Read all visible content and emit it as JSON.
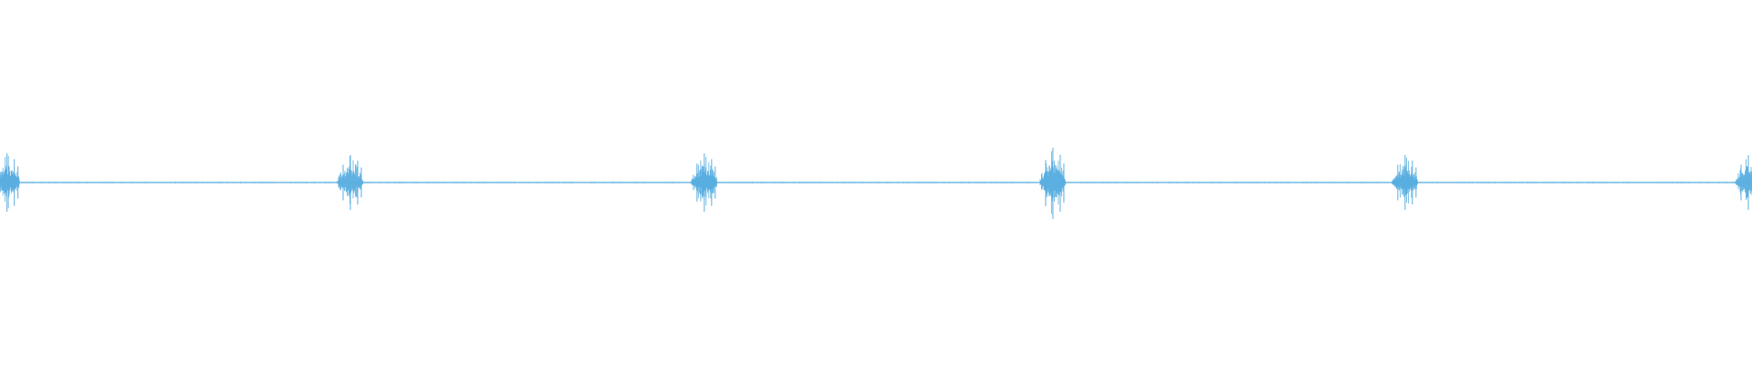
{
  "waveform": {
    "color": "#5aaee0",
    "background": "#ffffff",
    "bursts": [
      {
        "position": 0.004,
        "peak_up": 0.16,
        "peak_down": 0.16
      },
      {
        "position": 0.2,
        "peak_up": 0.15,
        "peak_down": 0.15
      },
      {
        "position": 0.402,
        "peak_up": 0.16,
        "peak_down": 0.16
      },
      {
        "position": 0.601,
        "peak_up": 0.19,
        "peak_down": 0.2
      },
      {
        "position": 0.802,
        "peak_up": 0.15,
        "peak_down": 0.15
      },
      {
        "position": 0.999,
        "peak_up": 0.15,
        "peak_down": 0.15
      }
    ]
  }
}
